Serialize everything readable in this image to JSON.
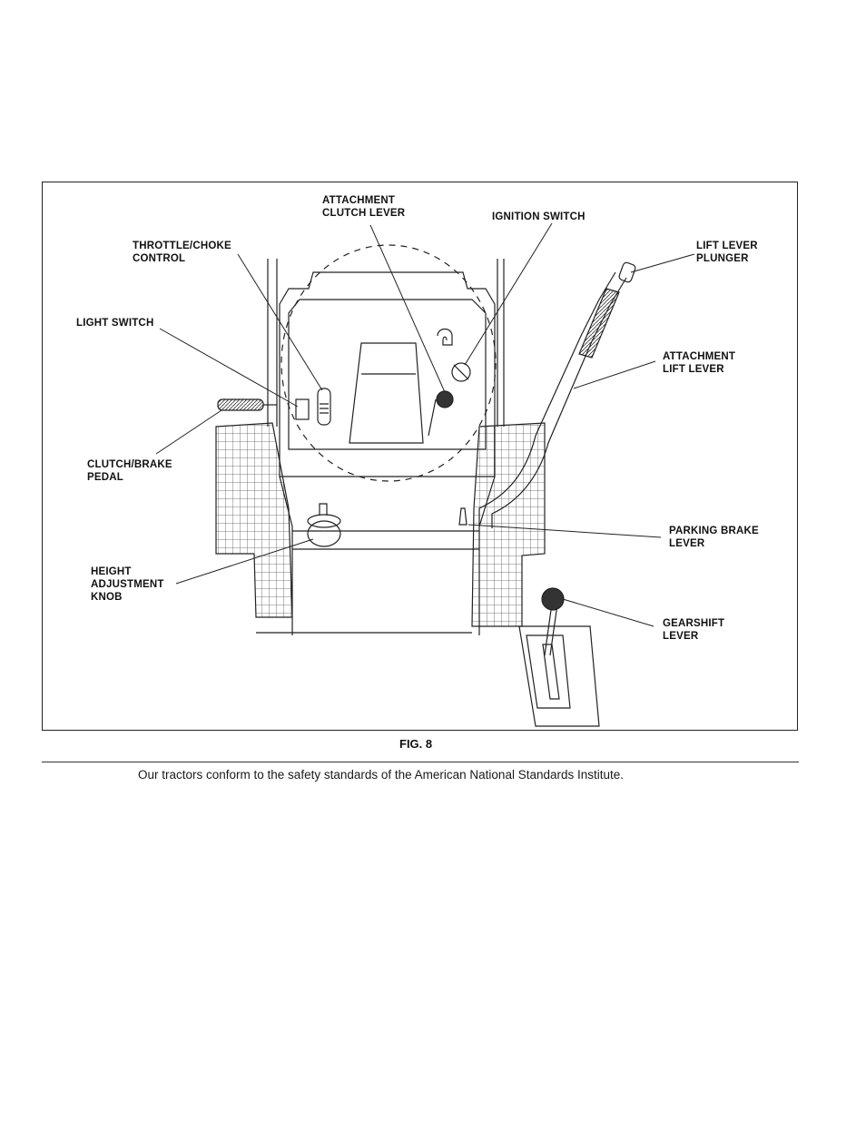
{
  "figure": {
    "caption": "FIG. 8",
    "callouts": {
      "attachment_clutch_lever": [
        "ATTACHMENT",
        "CLUTCH LEVER"
      ],
      "ignition_switch": [
        "IGNITION SWITCH"
      ],
      "throttle_choke_control": [
        "THROTTLE/CHOKE",
        "CONTROL"
      ],
      "lift_lever_plunger": [
        "LIFT LEVER",
        "PLUNGER"
      ],
      "light_switch": [
        "LIGHT SWITCH"
      ],
      "attachment_lift_lever": [
        "ATTACHMENT",
        "LIFT LEVER"
      ],
      "clutch_brake_pedal": [
        "CLUTCH/BRAKE",
        "PEDAL"
      ],
      "parking_brake_lever": [
        "PARKING BRAKE",
        "LEVER"
      ],
      "height_adjustment_knob": [
        "HEIGHT",
        "ADJUSTMENT",
        "KNOB"
      ],
      "gearshift_lever": [
        "GEARSHIFT",
        "LEVER"
      ]
    }
  },
  "footer": {
    "note": "Our tractors conform to the safety standards of the American National Standards Institute."
  }
}
